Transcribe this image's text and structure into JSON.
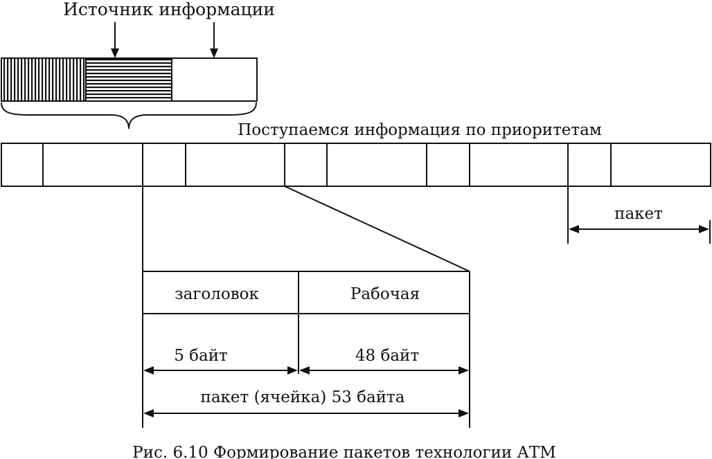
{
  "labels": {
    "source": "Источник информации",
    "stream": "Поступаемся информация по приоритетам",
    "packet": "пакет",
    "header": "заголовок",
    "payload": "Рабочая",
    "header_size": "5 байт",
    "payload_size": "48 байт",
    "cell_size": "пакет (ячейка) 53 байта",
    "caption": "Рис. 6.10 Формирование пакетов технологии АТМ"
  },
  "colors": {
    "ink": "#111111",
    "background": "#ffffff"
  }
}
